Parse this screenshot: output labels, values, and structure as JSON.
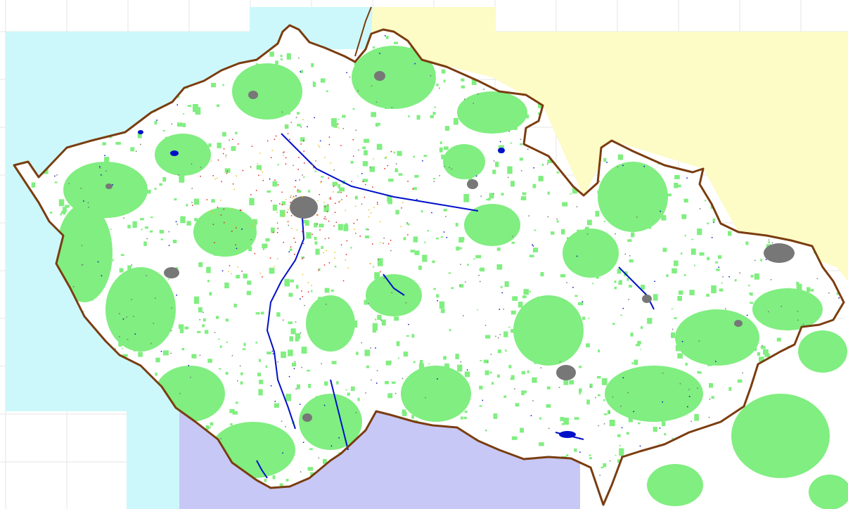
{
  "map": {
    "kind": "land-cover map",
    "colors": {
      "background": "#ffffff",
      "grid_line": "#e6e6e6",
      "neighbor_west": "#cdf8fb",
      "neighbor_north": "#fdfbc6",
      "neighbor_south": "#c8c8f6",
      "neighbor_east": "#ffffff",
      "country_fill": "#ffffff",
      "forest": "#80ee80",
      "water": "#0010c8",
      "urban": "#777777",
      "border": "#7a3d10",
      "roads": "#e02020",
      "minor_roads": "#e8c020"
    },
    "layers": [
      "grid-tiles",
      "neighbor-areas",
      "country-area",
      "forest-cover",
      "rivers-lakes",
      "urban-areas",
      "roads",
      "national-border"
    ]
  }
}
